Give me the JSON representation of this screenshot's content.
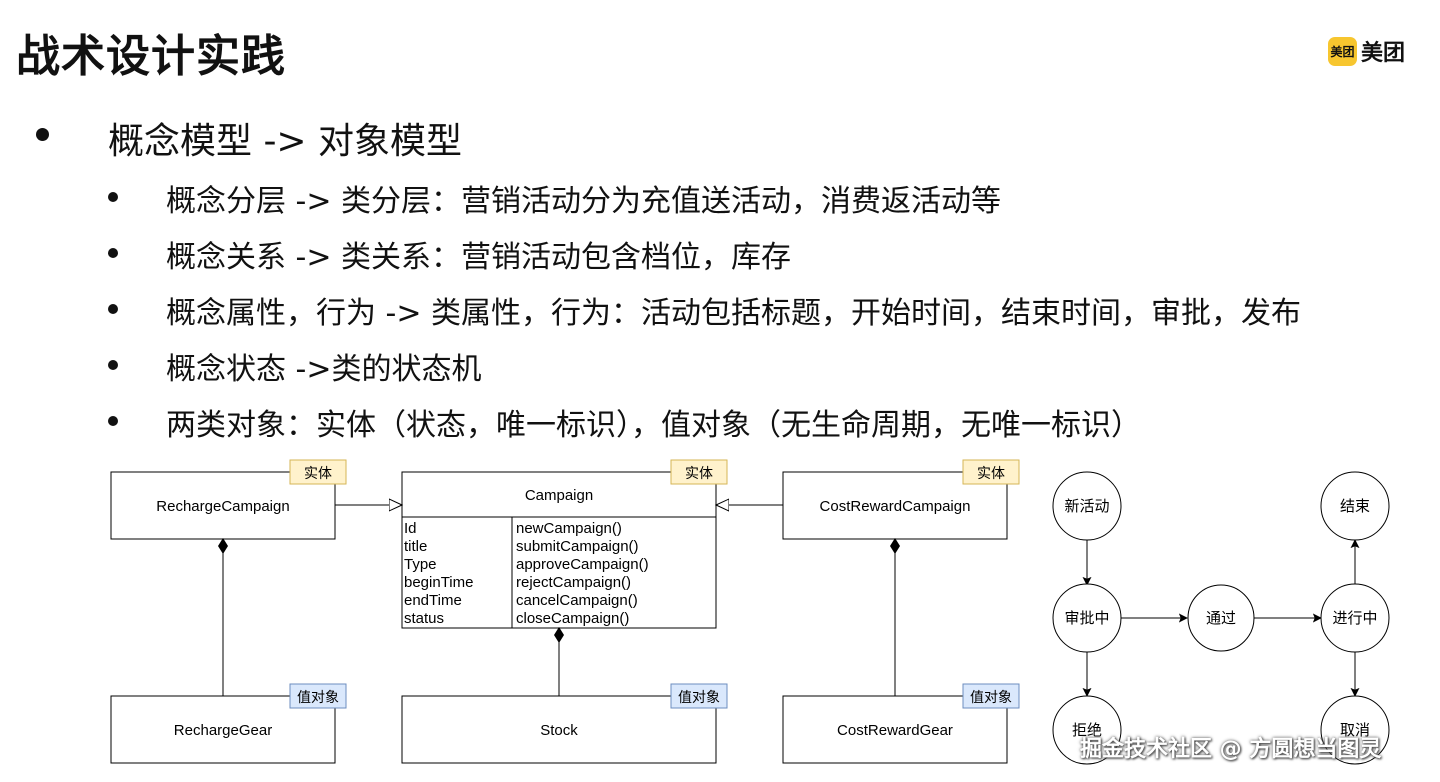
{
  "title": "战术设计实践",
  "logo": {
    "mark": "美团",
    "text": "美团"
  },
  "main_bullet": "概念模型 -> 对象模型",
  "sub_bullets": [
    "概念分层 -> 类分层：营销活动分为充值送活动，消费返活动等",
    "概念关系 -> 类关系：营销活动包含档位，库存",
    "概念属性，行为 -> 类属性，行为：活动包括标题，开始时间，结束时间，审批，发布",
    "概念状态 ->类的状态机",
    "两类对象：实体（状态，唯一标识），值对象（无生命周期，无唯一标识）"
  ],
  "uml": {
    "entity_tag": "实体",
    "value_tag": "值对象",
    "recharge_campaign": "RechargeCampaign",
    "campaign": "Campaign",
    "cost_reward_campaign": "CostRewardCampaign",
    "recharge_gear": "RechargeGear",
    "stock": "Stock",
    "cost_reward_gear": "CostRewardGear",
    "attributes": [
      "Id",
      "title",
      "Type",
      "beginTime",
      "endTime",
      "status"
    ],
    "methods": [
      "newCampaign()",
      "submitCampaign()",
      "approveCampaign()",
      "rejectCampaign()",
      "cancelCampaign()",
      "closeCampaign()"
    ]
  },
  "state_machine": {
    "new": "新活动",
    "review": "审批中",
    "reject": "拒绝",
    "pass": "通过",
    "running": "进行中",
    "end": "结束",
    "cancel": "取消"
  },
  "watermark": "掘金技术社区 @ 方圆想当图灵",
  "colors": {
    "entity_tag_bg": "#fff2cc",
    "entity_tag_border": "#d6b656",
    "value_tag_bg": "#dae8fc",
    "value_tag_border": "#6c8ebf",
    "logo_yellow": "#f7c62f"
  }
}
